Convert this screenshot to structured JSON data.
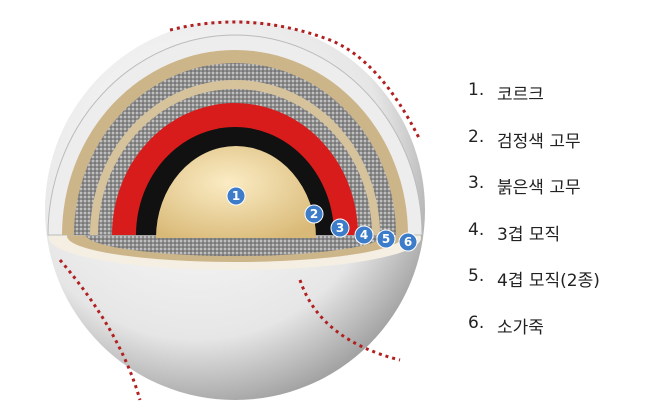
{
  "legend": [
    {
      "num": "1.",
      "label": "코르크"
    },
    {
      "num": "2.",
      "label": "검정색 고무"
    },
    {
      "num": "3.",
      "label": "붉은색 고무"
    },
    {
      "num": "4.",
      "label": "3겹 모직"
    },
    {
      "num": "5.",
      "label": "4겹 모직(2종)"
    },
    {
      "num": "6.",
      "label": "소가죽"
    }
  ],
  "badges": [
    "1",
    "2",
    "3",
    "4",
    "5",
    "6"
  ],
  "colors": {
    "badge": "#3d7cc9",
    "cork": "#f0d9a0",
    "black_rubber": "#111111",
    "red_rubber": "#d81c1c",
    "wool": "#9a9a9a",
    "tan": "#cdb58a",
    "leather": "#f2f2f2",
    "stitch": "#b02020"
  }
}
